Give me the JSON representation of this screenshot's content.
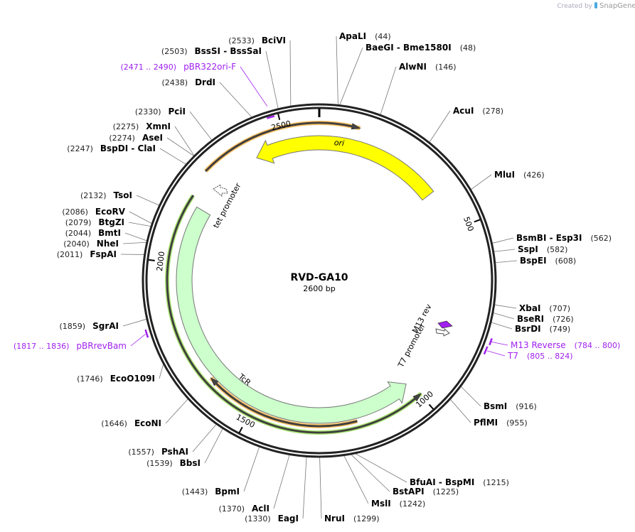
{
  "watermark": {
    "prefix": "Created by",
    "brand": "SnapGene",
    "brand_color": "#4aa8e0"
  },
  "plasmid": {
    "name": "RVD-GA10",
    "length_label": "2600 bp",
    "length_bp": 2600
  },
  "colors": {
    "backbone": "#222222",
    "ori": "#ffff00",
    "marker": "#ccffcc",
    "orf_orange": "#f5b040",
    "orf_green": "#99dd55",
    "primer": "#a020f0"
  },
  "ticks": [
    "500",
    "1000",
    "1500",
    "2000",
    "2500"
  ],
  "sites": [
    {
      "name": "ApaLI",
      "pos": 44,
      "pos_label": "(44)"
    },
    {
      "name": "BaeGI  - Bme1580I",
      "pos": 48,
      "pos_label": "(48)"
    },
    {
      "name": "AlwNI",
      "pos": 146,
      "pos_label": "(146)"
    },
    {
      "name": "AcuI",
      "pos": 278,
      "pos_label": "(278)"
    },
    {
      "name": "MluI",
      "pos": 426,
      "pos_label": "(426)"
    },
    {
      "name": "BsmBI  - Esp3I",
      "pos": 562,
      "pos_label": "(562)"
    },
    {
      "name": "SspI",
      "pos": 582,
      "pos_label": "(582)"
    },
    {
      "name": "BspEI",
      "pos": 608,
      "pos_label": "(608)"
    },
    {
      "name": "XbaI",
      "pos": 707,
      "pos_label": "(707)"
    },
    {
      "name": "BseRI",
      "pos": 726,
      "pos_label": "(726)"
    },
    {
      "name": "BsrDI",
      "pos": 749,
      "pos_label": "(749)"
    },
    {
      "name": "M13 Reverse",
      "pos": 792,
      "pos_label": "(784 .. 800)",
      "primer": true
    },
    {
      "name": "T7",
      "pos": 814,
      "pos_label": "(805 .. 824)",
      "primer": true
    },
    {
      "name": "BsmI",
      "pos": 916,
      "pos_label": "(916)"
    },
    {
      "name": "PflMI",
      "pos": 955,
      "pos_label": "(955)"
    },
    {
      "name": "BfuAI  - BspMI",
      "pos": 1215,
      "pos_label": "(1215)"
    },
    {
      "name": "BstAPI",
      "pos": 1225,
      "pos_label": "(1225)"
    },
    {
      "name": "MslI",
      "pos": 1242,
      "pos_label": "(1242)"
    },
    {
      "name": "NruI",
      "pos": 1299,
      "pos_label": "(1299)"
    },
    {
      "name": "EagI",
      "pos": 1330,
      "pos_label": "(1330)"
    },
    {
      "name": "AclI",
      "pos": 1370,
      "pos_label": "(1370)"
    },
    {
      "name": "BpmI",
      "pos": 1443,
      "pos_label": "(1443)"
    },
    {
      "name": "BbsI",
      "pos": 1539,
      "pos_label": "(1539)"
    },
    {
      "name": "PshAI",
      "pos": 1557,
      "pos_label": "(1557)"
    },
    {
      "name": "EcoNI",
      "pos": 1646,
      "pos_label": "(1646)"
    },
    {
      "name": "EcoO109I",
      "pos": 1746,
      "pos_label": "(1746)"
    },
    {
      "name": "pBRrevBam",
      "pos": 1826,
      "pos_label": "(1817 .. 1836)",
      "primer": true
    },
    {
      "name": "SgrAI",
      "pos": 1859,
      "pos_label": "(1859)"
    },
    {
      "name": "FspAI",
      "pos": 2011,
      "pos_label": "(2011)"
    },
    {
      "name": "NheI",
      "pos": 2040,
      "pos_label": "(2040)"
    },
    {
      "name": "BmtI",
      "pos": 2044,
      "pos_label": "(2044)"
    },
    {
      "name": "BtgZI",
      "pos": 2079,
      "pos_label": "(2079)"
    },
    {
      "name": "EcoRV",
      "pos": 2086,
      "pos_label": "(2086)"
    },
    {
      "name": "TsoI",
      "pos": 2132,
      "pos_label": "(2132)"
    },
    {
      "name": "BspDI  - ClaI",
      "pos": 2247,
      "pos_label": "(2247)"
    },
    {
      "name": "AseI",
      "pos": 2274,
      "pos_label": "(2274)"
    },
    {
      "name": "XmnI",
      "pos": 2275,
      "pos_label": "(2275)"
    },
    {
      "name": "PciI",
      "pos": 2330,
      "pos_label": "(2330)"
    },
    {
      "name": "DrdI",
      "pos": 2438,
      "pos_label": "(2438)"
    },
    {
      "name": "pBR322ori-F",
      "pos": 2480,
      "pos_label": "(2471 .. 2490)",
      "primer": true
    },
    {
      "name": "BssSI  - BssSaI",
      "pos": 2503,
      "pos_label": "(2503)"
    },
    {
      "name": "BciVI",
      "pos": 2533,
      "pos_label": "(2533)"
    }
  ],
  "features": {
    "ori": "ori",
    "tcr": "TcR",
    "tet_promoter": "tet promoter",
    "m13_rev": "M13 rev",
    "t7_promoter": "T7 promoter"
  }
}
